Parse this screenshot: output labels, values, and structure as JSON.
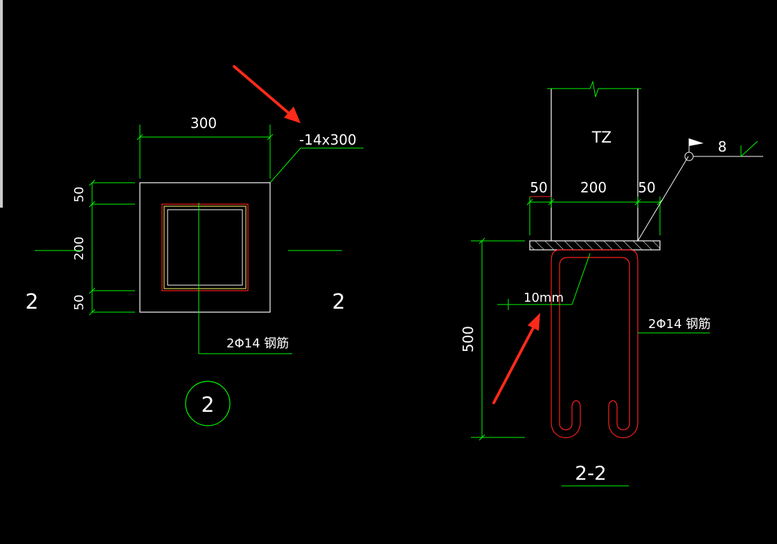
{
  "colors": {
    "background": "#000000",
    "dimension": "#00ff00",
    "outline": "#ffffff",
    "rebar": "#ff2020",
    "inner_box": "#ffff66",
    "annotation_arrow": "#ff2a1a"
  },
  "plan_view": {
    "width_dim": "300",
    "plate_label": "-14x300",
    "side_dim_top": "50",
    "side_dim_middle": "200",
    "side_dim_bottom": "50",
    "section_mark_left": "2",
    "section_mark_right": "2",
    "rebar_label": "2Φ14 钢筋",
    "detail_circle_number": "2"
  },
  "section_view": {
    "column_label": "TZ",
    "dim_left": "50",
    "dim_middle": "200",
    "dim_right": "50",
    "weld_size": "8",
    "gap_label": "10mm",
    "rebar_label": "2Φ14 钢筋",
    "height_dim": "500",
    "section_title": "2-2"
  }
}
